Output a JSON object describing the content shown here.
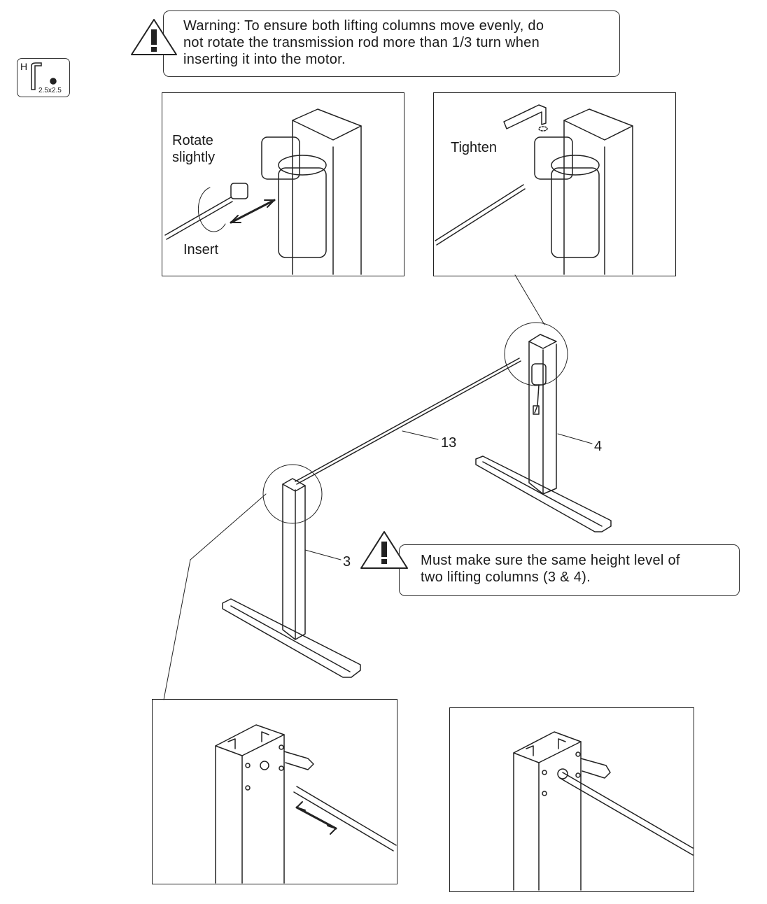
{
  "tool": {
    "letter": "H",
    "size": "2.5x2.5",
    "icon": "hex-key-icon"
  },
  "warning": {
    "icon": "warning-triangle-icon",
    "lines": [
      "Warning: To ensure both lifting columns move evenly, do",
      "not rotate the transmission rod more than 1/3 turn when",
      "inserting it into the motor."
    ]
  },
  "panel_insert": {
    "rotate_lines": [
      "Rotate",
      "slightly"
    ],
    "insert": "Insert"
  },
  "panel_tighten": {
    "tighten": "Tighten"
  },
  "parts": {
    "rod": "13",
    "column_right": "4",
    "column_left": "3"
  },
  "note": {
    "icon": "warning-triangle-icon",
    "lines": [
      "Must make sure the same height level of",
      "two lifting columns (3 & 4)."
    ]
  }
}
